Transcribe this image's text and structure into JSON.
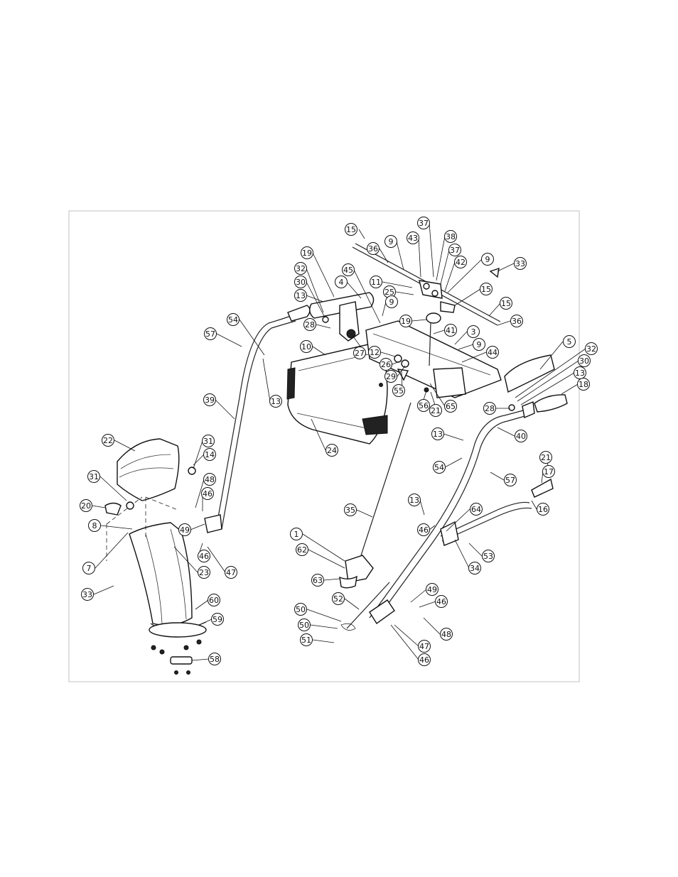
{
  "callouts": [
    {
      "label": "15"
    },
    {
      "label": "37"
    },
    {
      "label": "36"
    },
    {
      "label": "9"
    },
    {
      "label": "43"
    },
    {
      "label": "38"
    },
    {
      "label": "37"
    },
    {
      "label": "19"
    },
    {
      "label": "42"
    },
    {
      "label": "9"
    },
    {
      "label": "33"
    },
    {
      "label": "45"
    },
    {
      "label": "32"
    },
    {
      "label": "11"
    },
    {
      "label": "15"
    },
    {
      "label": "30"
    },
    {
      "label": "4"
    },
    {
      "label": "25"
    },
    {
      "label": "13"
    },
    {
      "label": "9"
    },
    {
      "label": "15"
    },
    {
      "label": "19"
    },
    {
      "label": "36"
    },
    {
      "label": "54"
    },
    {
      "label": "28"
    },
    {
      "label": "41"
    },
    {
      "label": "3"
    },
    {
      "label": "57"
    },
    {
      "label": "10"
    },
    {
      "label": "27"
    },
    {
      "label": "9"
    },
    {
      "label": "5"
    },
    {
      "label": "12"
    },
    {
      "label": "32"
    },
    {
      "label": "26"
    },
    {
      "label": "44"
    },
    {
      "label": "30"
    },
    {
      "label": "29"
    },
    {
      "label": "13"
    },
    {
      "label": "55"
    },
    {
      "label": "18"
    },
    {
      "label": "13"
    },
    {
      "label": "56"
    },
    {
      "label": "21"
    },
    {
      "label": "65"
    },
    {
      "label": "28"
    },
    {
      "label": "39"
    },
    {
      "label": "24"
    },
    {
      "label": "40"
    },
    {
      "label": "22"
    },
    {
      "label": "31"
    },
    {
      "label": "13"
    },
    {
      "label": "14"
    },
    {
      "label": "54"
    },
    {
      "label": "21"
    },
    {
      "label": "57"
    },
    {
      "label": "31"
    },
    {
      "label": "48"
    },
    {
      "label": "17"
    },
    {
      "label": "46"
    },
    {
      "label": "20"
    },
    {
      "label": "13"
    },
    {
      "label": "64"
    },
    {
      "label": "16"
    },
    {
      "label": "35"
    },
    {
      "label": "8"
    },
    {
      "label": "49"
    },
    {
      "label": "46"
    },
    {
      "label": "1"
    },
    {
      "label": "46"
    },
    {
      "label": "62"
    },
    {
      "label": "53"
    },
    {
      "label": "7"
    },
    {
      "label": "47"
    },
    {
      "label": "34"
    },
    {
      "label": "23"
    },
    {
      "label": "63"
    },
    {
      "label": "33"
    },
    {
      "label": "52"
    },
    {
      "label": "49"
    },
    {
      "label": "60"
    },
    {
      "label": "46"
    },
    {
      "label": "50"
    },
    {
      "label": "59"
    },
    {
      "label": "50"
    },
    {
      "label": "48"
    },
    {
      "label": "51"
    },
    {
      "label": "47"
    },
    {
      "label": "58"
    },
    {
      "label": "46"
    }
  ]
}
